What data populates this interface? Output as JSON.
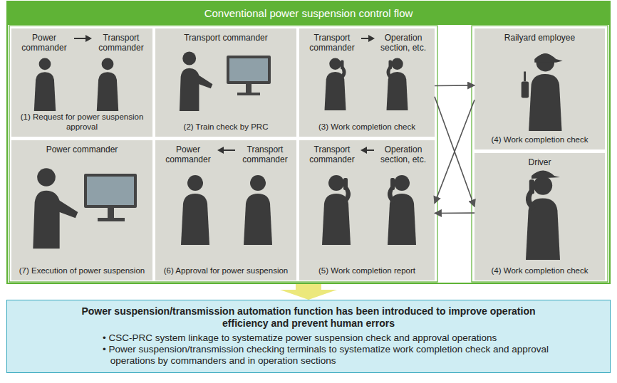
{
  "diagram": {
    "nodes": [
      {
        "text": [
          "Conventional power suspension control flow"
        ]
      },
      {
        "text": [
          "Power commander",
          "Transport commander",
          "(1) Request for power suspension approval"
        ],
        "in": 0
      },
      {
        "text": [
          "Transport commander",
          "(2) Train check by PRC"
        ],
        "in": 0
      },
      {
        "text": [
          "Transport commander",
          "Operation section, etc.",
          "(3) Work completion check"
        ],
        "in": 0
      },
      {
        "text": [
          "Railyard employee",
          "(4) Work completion check"
        ],
        "in": 0
      },
      {
        "text": [
          "Driver",
          "(4) Work completion check"
        ],
        "in": 0
      },
      {
        "text": [
          "Power commander",
          "(7) Execution of power suspension"
        ],
        "in": 0
      },
      {
        "text": [
          "Power commander",
          "Transport commander",
          "(6) Approval for power suspension"
        ],
        "in": 0
      },
      {
        "text": [
          "Transport commander",
          "Operation section, etc.",
          "(5) Work completion report"
        ],
        "in": 0
      },
      {
        "text": [
          "Power suspension/transmission automation function has been introduced to improve operation efficiency and prevent human errors",
          "• CSC-PRC system linkage to systematize power suspension check and approval operations",
          "• Power suspension/transmission checking terminals to systematize work completion check and approval operations by commanders and in operation sections"
        ]
      }
    ],
    "edges": [
      {
        "from": 3,
        "to": 4,
        "arrow": "to"
      },
      {
        "from": 3,
        "to": 5,
        "arrow": "to"
      },
      {
        "from": 4,
        "to": 8,
        "arrow": "to"
      },
      {
        "from": 5,
        "to": 8,
        "arrow": "to"
      },
      {
        "from": 0,
        "to": 9,
        "arrow": "to"
      }
    ]
  }
}
